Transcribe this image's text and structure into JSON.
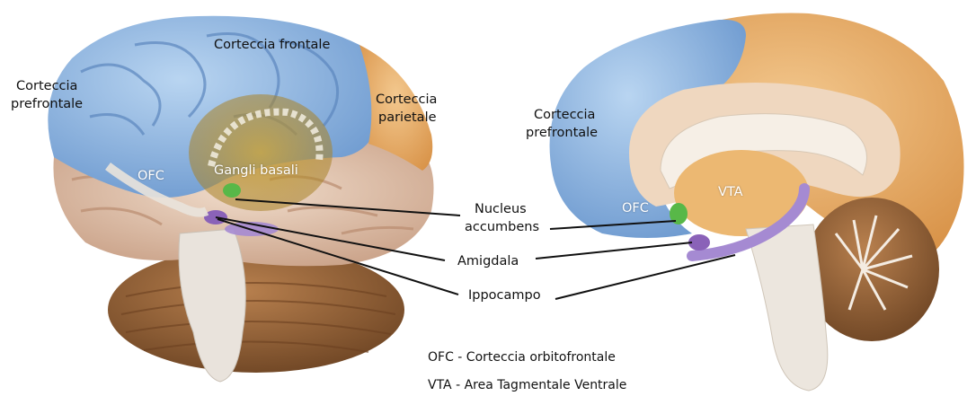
{
  "labels": {
    "left_frontal_cortex": "Corteccia frontale",
    "left_prefrontal_1": "Corteccia",
    "left_prefrontal_2": "prefrontale",
    "left_parietal_1": "Corteccia",
    "left_parietal_2": "parietale",
    "left_ofc": "OFC",
    "left_basal_ganglia": "Gangli basali",
    "nucleus_1": "Nucleus",
    "nucleus_2": "accumbens",
    "amygdala": "Amigdala",
    "hippocampus": "Ippocampo",
    "right_prefrontal_1": "Corteccia",
    "right_prefrontal_2": "prefrontale",
    "right_ofc": "OFC",
    "right_vta": "VTA"
  },
  "legend": [
    "OFC - Corteccia orbitofrontale",
    "VTA - Area Tagmentale Ventrale"
  ],
  "colors": {
    "prefrontal_blue": "#8fb6e0",
    "frontal_blue": "#9cc1e8",
    "parietal_orange": "#e8a85a",
    "basal_ganglia_gold": "#b89232",
    "nucleus_green": "#58b848",
    "amygdala_purple": "#8a62b8",
    "hippocampus_purple": "#a58ad2",
    "cerebellum_brown": "#9a6436",
    "temporal_tan": "#e0c0a8"
  }
}
